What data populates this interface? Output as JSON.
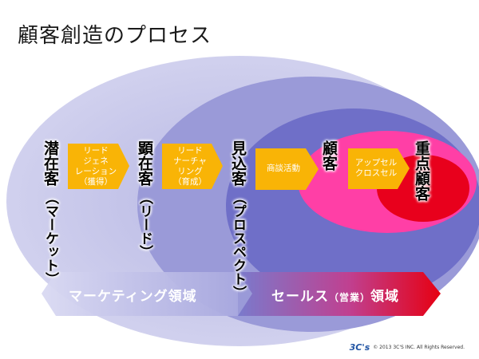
{
  "title": "顧客創造のプロセス",
  "stages": [
    {
      "main": "潜在客",
      "sub": "（マーケット）"
    },
    {
      "main": "顕在客",
      "sub": "（リード）"
    },
    {
      "main": "見込客",
      "sub": "（プロスペクト）"
    },
    {
      "main": "顧客",
      "sub": ""
    },
    {
      "main": "重点顧客",
      "sub": ""
    }
  ],
  "arrows": [
    {
      "lines": [
        "リード",
        "ジェネ",
        "レーション",
        "（獲得）"
      ]
    },
    {
      "lines": [
        "リード",
        "ナーチャ",
        "リング",
        "（育成）"
      ]
    },
    {
      "lines": [
        "商談活動"
      ]
    },
    {
      "lines": [
        "アップセル",
        "クロスセル"
      ]
    }
  ],
  "bands": {
    "marketing": "マーケティング領域",
    "sales_main": "セールス",
    "sales_paren": "（営業）",
    "sales_domain": "領域"
  },
  "footer": {
    "logo": "3C's",
    "copyright": "© 2013 3C'S INC. All Rights Reserved."
  },
  "colors": {
    "outer_ellipse": "#c7c7e8",
    "middle_ellipse": "#9999d6",
    "inner_ellipse": "#6f6fc7",
    "customer_ellipse": "#ff3fa6",
    "key_customer_ellipse": "#e8001c",
    "process_arrow": "#f9b406",
    "marketing_band": "#b8b8e6",
    "sales_band": "#e60012"
  }
}
